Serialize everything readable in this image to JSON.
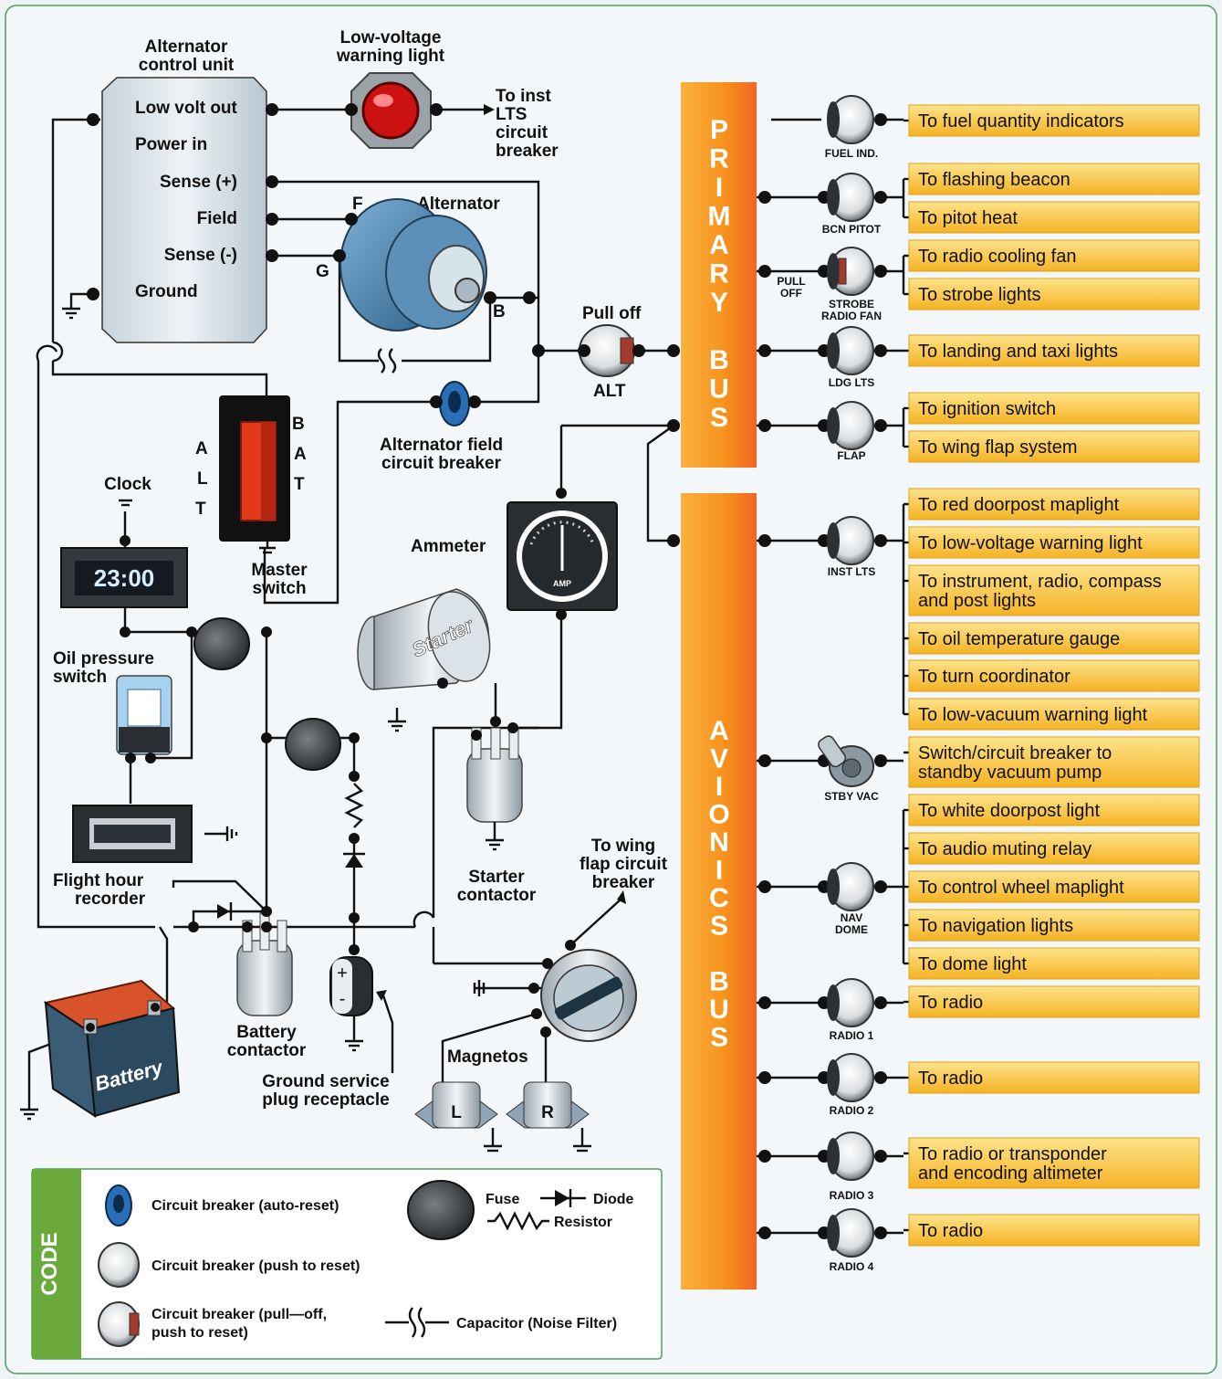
{
  "labels": {
    "acu_title": [
      "Alternator",
      "control unit"
    ],
    "acu_terminals": [
      "Low volt out",
      "Power in",
      "Sense (+)",
      "Field",
      "Sense (-)",
      "Ground"
    ],
    "low_voltage_light": [
      "Low-voltage",
      "warning light"
    ],
    "to_inst_lts": [
      "To inst",
      "LTS",
      "circuit",
      "breaker"
    ],
    "alternator": "Alternator",
    "alt_terminal_f": "F",
    "alt_terminal_g": "G",
    "alt_terminal_b": "B",
    "pull_off": "Pull off",
    "alt_breaker": "ALT",
    "alt_field_cb": [
      "Alternator field",
      "circuit breaker"
    ],
    "master_switch": [
      "Master",
      "switch"
    ],
    "master_alt": [
      "A",
      "L",
      "T"
    ],
    "master_bat": [
      "B",
      "A",
      "T"
    ],
    "clock": "Clock",
    "clock_display": "23:00",
    "oil_pressure_switch": [
      "Oil pressure",
      "switch"
    ],
    "flight_hour_recorder": [
      "Flight hour",
      "recorder"
    ],
    "ammeter": "Ammeter",
    "ammeter_face": "AMP",
    "starter": "Starter",
    "starter_contactor": [
      "Starter",
      "contactor"
    ],
    "to_wing_flap": [
      "To wing",
      "flap circuit",
      "breaker"
    ],
    "battery": "Battery",
    "battery_contactor": [
      "Battery",
      "contactor"
    ],
    "ground_service": [
      "Ground service",
      "plug receptacle"
    ],
    "magnetos": "Magnetos",
    "magneto_l": "L",
    "magneto_r": "R",
    "gsp_plus": "+",
    "gsp_minus": "-"
  },
  "primary_bus_letters": [
    "P",
    "R",
    "I",
    "M",
    "A",
    "R",
    "Y",
    "",
    "B",
    "U",
    "S"
  ],
  "avionics_bus_letters": [
    "A",
    "V",
    "I",
    "O",
    "N",
    "I",
    "C",
    "S",
    "",
    "B",
    "U",
    "S"
  ],
  "breakers": [
    {
      "label": [
        "FUEL IND."
      ]
    },
    {
      "label": [
        "BCN PITOT"
      ]
    },
    {
      "label": [
        "STROBE",
        "RADIO FAN"
      ],
      "side_label": [
        "PULL",
        "OFF"
      ]
    },
    {
      "label": [
        "LDG LTS"
      ]
    },
    {
      "label": [
        "FLAP"
      ]
    },
    {
      "label": [
        "INST LTS"
      ]
    },
    {
      "label": [
        "STBY VAC"
      ]
    },
    {
      "label": [
        "NAV",
        "DOME"
      ]
    },
    {
      "label": [
        "RADIO 1"
      ]
    },
    {
      "label": [
        "RADIO 2"
      ]
    },
    {
      "label": [
        "RADIO 3"
      ]
    },
    {
      "label": [
        "RADIO 4"
      ]
    }
  ],
  "destinations": [
    [
      "To fuel quantity indicators"
    ],
    [
      "To flashing beacon"
    ],
    [
      "To pitot heat"
    ],
    [
      "To radio cooling fan"
    ],
    [
      "To strobe lights"
    ],
    [
      "To landing and taxi lights"
    ],
    [
      "To ignition switch"
    ],
    [
      "To wing flap system"
    ],
    [
      "To red doorpost maplight"
    ],
    [
      "To low-voltage warning light"
    ],
    [
      "To instrument, radio, compass",
      "and post lights"
    ],
    [
      "To oil temperature gauge"
    ],
    [
      "To turn coordinator"
    ],
    [
      "To low-vacuum warning light"
    ],
    [
      "Switch/circuit breaker to",
      "standby vacuum pump"
    ],
    [
      "To white doorpost light"
    ],
    [
      "To audio muting relay"
    ],
    [
      "To control wheel maplight"
    ],
    [
      "To navigation lights"
    ],
    [
      "To dome light"
    ],
    [
      "To radio"
    ],
    [
      "To radio"
    ],
    [
      "To radio or transponder",
      "and encoding altimeter"
    ],
    [
      "To radio"
    ]
  ],
  "code": {
    "title": "CODE",
    "cb_auto": "Circuit breaker (auto-reset)",
    "cb_push": "Circuit breaker (push to reset)",
    "cb_pull": [
      "Circuit breaker (pull—off,",
      "push to reset)"
    ],
    "fuse": "Fuse",
    "diode": "Diode",
    "resistor": "Resistor",
    "capacitor": "Capacitor (Noise Filter)"
  },
  "colors": {
    "bus_orange": "#f7941d",
    "box_yellow": "#fbbf24",
    "code_green": "#6aaa3c",
    "frame_green": "#4e9f5b"
  }
}
